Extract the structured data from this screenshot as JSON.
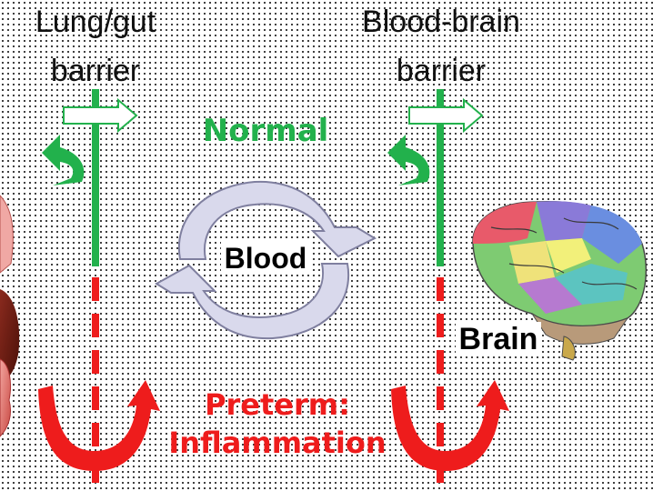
{
  "labels": {
    "lung_gut_line1": "Lung/gut",
    "lung_gut_line2": "barrier",
    "bbb_line1": "Blood-brain",
    "bbb_line2": "barrier",
    "normal": "Normal",
    "blood": "Blood",
    "brain": "Brain",
    "preterm_line1": "Preterm:",
    "preterm_line2": "Inflammation"
  },
  "colors": {
    "normal_green": "#22b14c",
    "inflammation_red": "#ee1c1c",
    "cycle_arrow_fill": "#d9d9ec",
    "cycle_arrow_stroke": "#7f7f9f"
  }
}
